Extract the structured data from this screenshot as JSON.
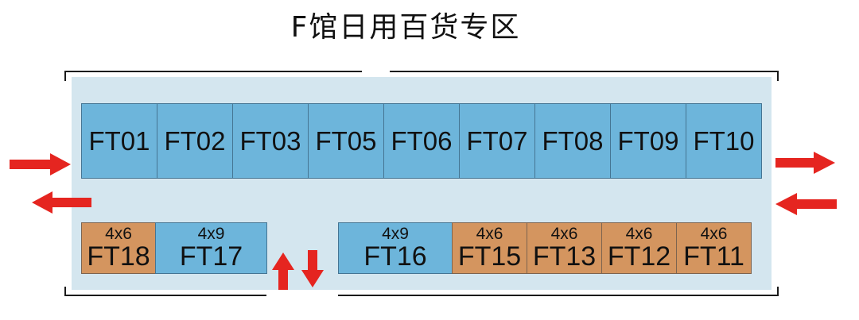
{
  "title": "F馆日用百货专区",
  "colors": {
    "panel": "#d4e6ef",
    "booth_blue": "#6db5db",
    "booth_orange": "#d4955f",
    "arrow_red": "#e52520",
    "wall_line": "#1a1a1a"
  },
  "icons": {
    "flow_arrows": [
      "arrow-right-icon",
      "arrow-left-icon",
      "arrow-up-icon",
      "arrow-down-icon"
    ]
  },
  "top_row": [
    {
      "label": "FT01"
    },
    {
      "label": "FT02"
    },
    {
      "label": "FT03"
    },
    {
      "label": "FT05"
    },
    {
      "label": "FT06"
    },
    {
      "label": "FT07"
    },
    {
      "label": "FT08"
    },
    {
      "label": "FT09"
    },
    {
      "label": "FT10"
    }
  ],
  "bottom_row": {
    "left": [
      {
        "size": "4x6",
        "label": "FT18"
      },
      {
        "size": "4x9",
        "label": "FT17"
      }
    ],
    "right": [
      {
        "size": "4x9",
        "label": "FT16"
      },
      {
        "size": "4x6",
        "label": "FT15"
      },
      {
        "size": "4x6",
        "label": "FT13"
      },
      {
        "size": "4x6",
        "label": "FT12"
      },
      {
        "size": "4x6",
        "label": "FT11"
      }
    ]
  }
}
